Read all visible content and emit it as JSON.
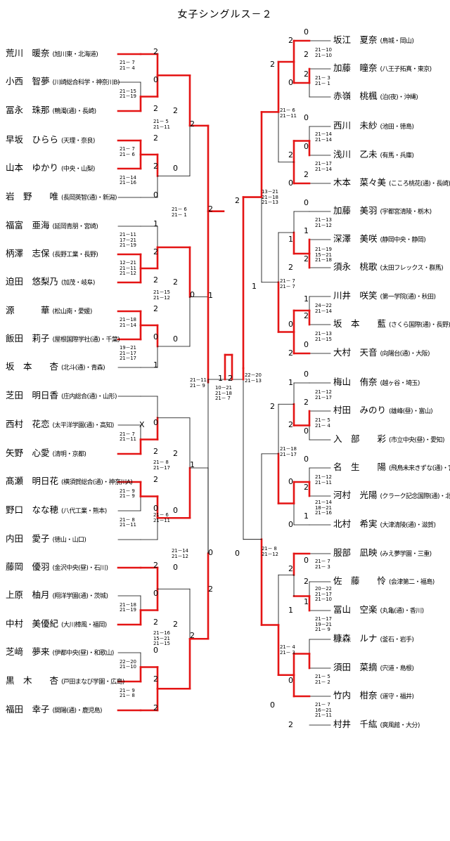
{
  "title": "女子シングルス－２",
  "left_players": [
    {
      "name": "荒川　暖奈",
      "aff": "(旭川東・北海道)"
    },
    {
      "name": "小西　智夢",
      "aff": "(川崎総合科学・神奈川B)"
    },
    {
      "name": "冨永　珠那",
      "aff": "(鴨濁(通)・長崎)"
    },
    {
      "name": "早坂　ひらら",
      "aff": "(天理・奈良)"
    },
    {
      "name": "山本　ゆかり",
      "aff": "(中央・山梨)"
    },
    {
      "name": "岩　野　　唯",
      "aff": "(長岡英智(通)・新潟)"
    },
    {
      "name": "福富　亜海",
      "aff": "(延岡青朋・宮崎)"
    },
    {
      "name": "柄澤　志保",
      "aff": "(長野工業・長野)"
    },
    {
      "name": "迫田　悠梨乃",
      "aff": "(加茂・岐阜)"
    },
    {
      "name": "源　　　華",
      "aff": "(松山南・愛媛)"
    },
    {
      "name": "飯田　莉子",
      "aff": "(屋根国際学社(通)・千葉)"
    },
    {
      "name": "坂　本　　杏",
      "aff": "(北斗(通)・青森)"
    },
    {
      "name": "芝田　明日香",
      "aff": "(庄内総合(通)・山形)"
    },
    {
      "name": "西村　花恋",
      "aff": "(太平洋学園(通)・高知)"
    },
    {
      "name": "矢野　心愛",
      "aff": "(清明・京都)"
    },
    {
      "name": "髙瀬　明日花",
      "aff": "(横須賀総合(通)・神奈川A)"
    },
    {
      "name": "野口　なな穂",
      "aff": "(八代工業・熊本)"
    },
    {
      "name": "内田　愛子",
      "aff": "(徳山・山口)"
    },
    {
      "name": "藤岡　優羽",
      "aff": "(金沢中央(昼)・石川)"
    },
    {
      "name": "上原　柚月",
      "aff": "(翔洋学園(通)・茨城)"
    },
    {
      "name": "中村　美優紀",
      "aff": "(大川樟風・福岡)"
    },
    {
      "name": "芝﨑　夢来",
      "aff": "(伊都中央(昼)・和歌山)"
    },
    {
      "name": "黒　木　　杏",
      "aff": "(戸田まなび学園・広島)"
    },
    {
      "name": "福田　幸子",
      "aff": "(開陽(通)・鹿児島)"
    }
  ],
  "right_players": [
    {
      "name": "坂江　夏奈",
      "aff": "(鳥城・岡山)"
    },
    {
      "name": "加藤　瞳奈",
      "aff": "(八王子拓真・東京)"
    },
    {
      "name": "赤嶺　桃楓",
      "aff": "(泊(夜)・沖縄)"
    },
    {
      "name": "西川　未紗",
      "aff": "(池田・徳島)"
    },
    {
      "name": "浅川　乙未",
      "aff": "(有馬・兵庫)"
    },
    {
      "name": "木本　菜々美",
      "aff": "(こころ桃花(通)・長崎)"
    },
    {
      "name": "加藤　美羽",
      "aff": "(宇都宮清陵・栃木)"
    },
    {
      "name": "深澤　美咲",
      "aff": "(静岡中央・静岡)"
    },
    {
      "name": "須永　桃歌",
      "aff": "(太田フレックス・群馬)"
    },
    {
      "name": "川井　咲笑",
      "aff": "(第一学院(通)・秋田)"
    },
    {
      "name": "坂　本　　藍",
      "aff": "(さくら国際(通)・長野)"
    },
    {
      "name": "大村　天音",
      "aff": "(向陽台(通)・大阪)"
    },
    {
      "name": "梅山　侑奈",
      "aff": "(越ヶ谷・埼玉)"
    },
    {
      "name": "村田　みのり",
      "aff": "(雄峰(昼)・富山)"
    },
    {
      "name": "入　部　　彩",
      "aff": "(市立中央(昼)・愛知)"
    },
    {
      "name": "名　生　　陽",
      "aff": "(飛鳥未来きずな(通)・宮城)"
    },
    {
      "name": "河村　光陽",
      "aff": "(クラーク記念国際(通)・北海道)"
    },
    {
      "name": "北村　希実",
      "aff": "(大津清陵(通)・滋賀)"
    },
    {
      "name": "服部　凪映",
      "aff": "(みえ夢学園・三重)"
    },
    {
      "name": "佐　藤　　怜",
      "aff": "(会津第二・福島)"
    },
    {
      "name": "冨山　空楽",
      "aff": "(丸亀(通)・香川)"
    },
    {
      "name": "糠森　ルナ",
      "aff": "(釜石・岩手)"
    },
    {
      "name": "須田　菜摘",
      "aff": "(宍道・島根)"
    },
    {
      "name": "竹内　柑奈",
      "aff": "(道守・福井)"
    },
    {
      "name": "村井　千紘",
      "aff": "(爽風館・大分)"
    }
  ],
  "left_r1_wins": [
    "2",
    "0",
    "2",
    "2",
    "2",
    "0",
    "1",
    "2",
    "2",
    "2",
    "0",
    "1",
    "",
    "0",
    "2",
    "2",
    "0",
    "",
    "2",
    "0",
    "2",
    "0",
    "2",
    "2"
  ],
  "left_r1_scores": [
    "21－ 7\n21－ 4",
    "21－15\n21－19",
    "21－ 7\n21－ 6",
    "21－14\n21－16",
    "21－11\n17－21\n21－19",
    "12－21\n21－11\n21－12",
    "21－18\n21－14",
    "19－21\n21－17\n21－17",
    "21－ 7\n21－11",
    "21－ 9\n21－ 9",
    "21－ 8\n21－11",
    "21－18\n21－19",
    "22－20\n21－10",
    "21－ 9\n21－ 8"
  ],
  "left_r1_walkover": "X",
  "left_r2_wins": [
    "2",
    "0",
    "2",
    "0",
    "2",
    "0",
    "0",
    "2",
    "2",
    "0",
    "1",
    "2"
  ],
  "left_r2_scores": [
    "21－ 5\n21－11",
    "21－15\n21－12",
    "21－ 8\n21－17",
    "21－ 6\n21－11",
    "21－16\n15－21\n21－15"
  ],
  "left_r3_wins": [
    "2",
    "1",
    "0",
    "2"
  ],
  "left_r3_scores": [
    "21－ 6\n21－ 1",
    "21－14\n21－12"
  ],
  "right_r1_wins": [
    "0",
    "2",
    "2",
    "0",
    "0",
    "2",
    "0",
    "1",
    "2",
    "1",
    "2",
    "0",
    "0",
    "2",
    "0",
    "0",
    "2",
    "1",
    "0",
    "2",
    "1"
  ],
  "right_r1_scores": [
    "21－10\n21－10",
    "21－ 3\n21－ 1",
    "21－14\n21－14",
    "21－17\n21－14",
    "21－13\n21－12",
    "21－19\n15－21\n21－18",
    "24－22\n21－14",
    "21－13\n21－15",
    "21－12\n21－17",
    "21－ 5\n21－ 4",
    "21－12\n21－11",
    "21－14\n18－21\n21－16",
    "21－ 7\n21－ 3",
    "20－22\n21－17\n21－10",
    "21－17\n19－21\n21－ 9",
    "21－ 5\n21－ 2",
    "21－ 7\n16－21\n21－11"
  ],
  "right_r2_wins": [
    "2",
    "0",
    "2",
    "0",
    "1",
    "2",
    "0",
    "2",
    "1",
    "2",
    "0",
    "0",
    "2",
    "1",
    "0",
    "2"
  ],
  "right_r2_scores": [
    "21－ 6\n21－11",
    "21－ 7\n21－ 7",
    "21－18\n21－17",
    "21－ 4\n21－ 3"
  ],
  "right_r3_wins": [
    "2",
    "1",
    "2",
    "0"
  ],
  "right_r3_scores": [
    "13－21\n21－18\n21－13",
    "21－ 8\n21－12"
  ],
  "final": {
    "left_wins": "0",
    "right_wins": "2",
    "left_games": "1",
    "right_games": "2",
    "left_score": "21－11\n21－ 9",
    "center_score": "10－21\n21－18\n21－ 7",
    "right_score": "22－20\n21－13"
  }
}
